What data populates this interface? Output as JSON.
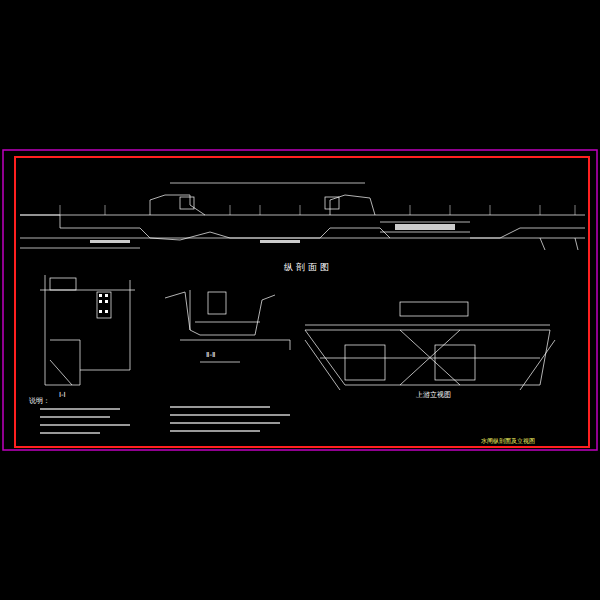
{
  "diagram": {
    "title": "纵 剖 面 图",
    "labels": [
      "Ⅰ-Ⅰ",
      "Ⅱ-Ⅱ",
      "上游立视图",
      "说明：",
      "水闸纵剖面及立视图"
    ]
  }
}
